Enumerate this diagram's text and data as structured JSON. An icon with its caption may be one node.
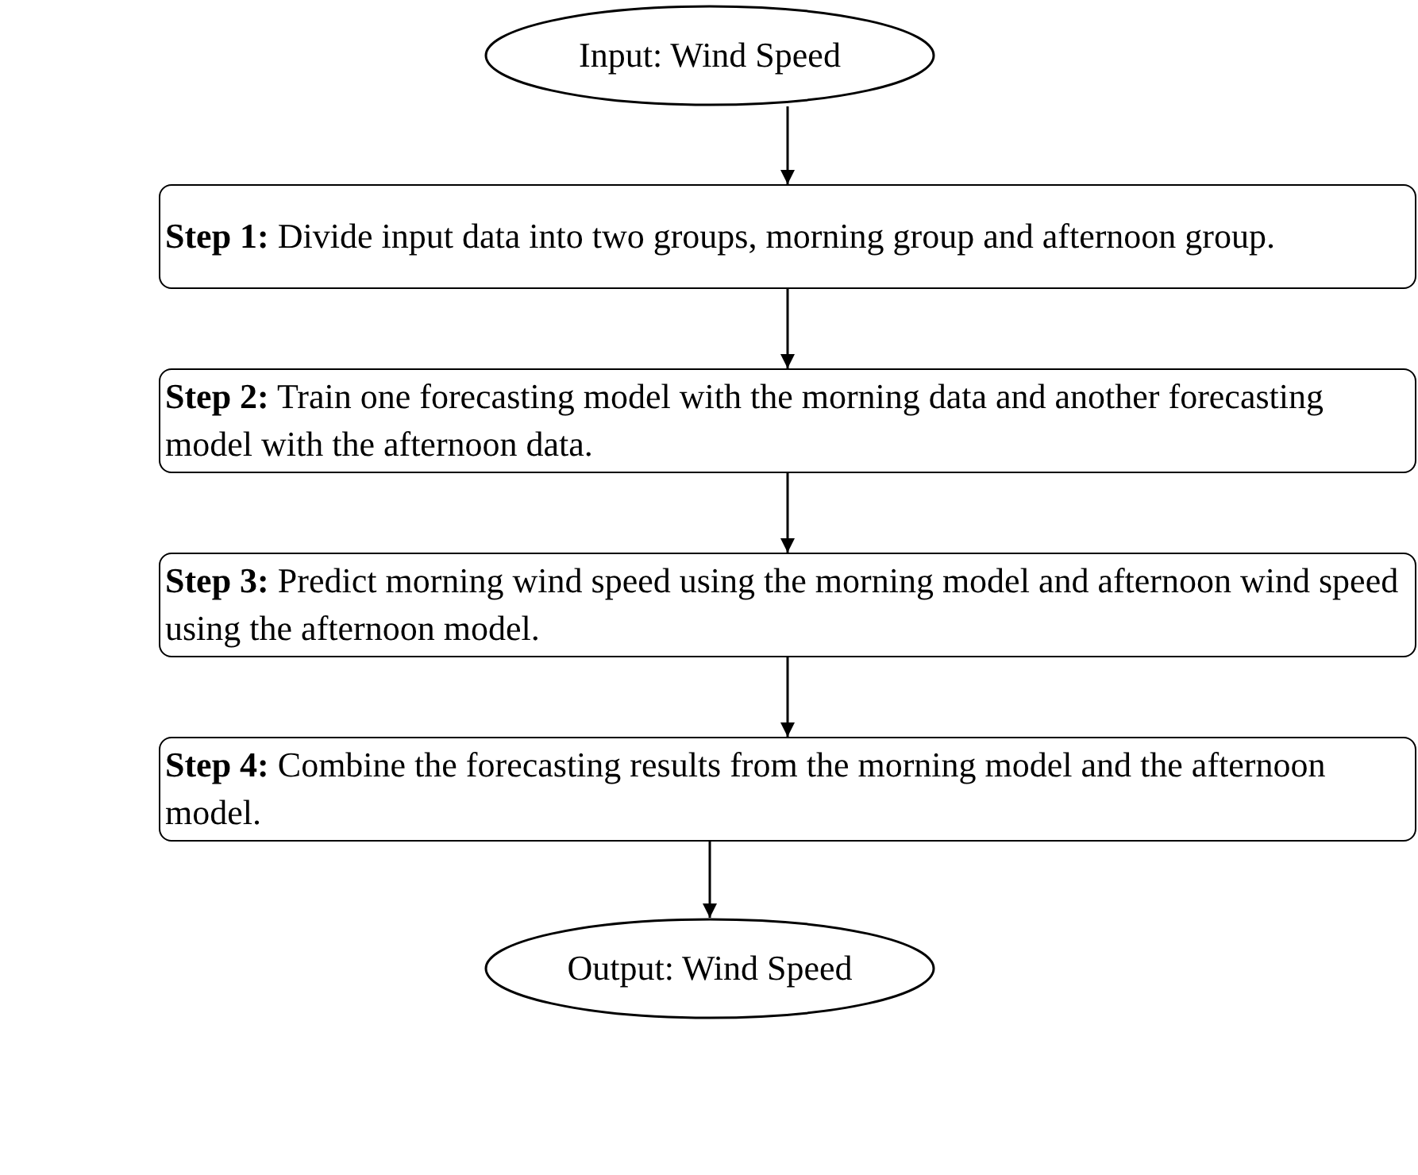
{
  "diagram": {
    "nodes": [
      {
        "text": [
          "Input: Wind Speed"
        ]
      },
      {
        "text": [
          "**Step 1:** Divide input data into two groups, morning group and afternoon group."
        ]
      },
      {
        "text": [
          "**Step 2:** Train one forecasting model with the morning data and another forecasting model with the afternoon data."
        ]
      },
      {
        "text": [
          "**Step 3:** Predict morning wind speed using the morning model and afternoon wind speed using the afternoon model."
        ]
      },
      {
        "text": [
          "**Step 4:** Combine the forecasting results from the morning model and the afternoon model."
        ]
      },
      {
        "text": [
          "Output: Wind Speed"
        ]
      }
    ],
    "edges": [
      {
        "from": 0,
        "to": 1,
        "arrow": "to"
      },
      {
        "from": 1,
        "to": 2,
        "arrow": "to"
      },
      {
        "from": 2,
        "to": 3,
        "arrow": "to"
      },
      {
        "from": 3,
        "to": 4,
        "arrow": "to"
      },
      {
        "from": 4,
        "to": 5,
        "arrow": "to"
      }
    ]
  }
}
